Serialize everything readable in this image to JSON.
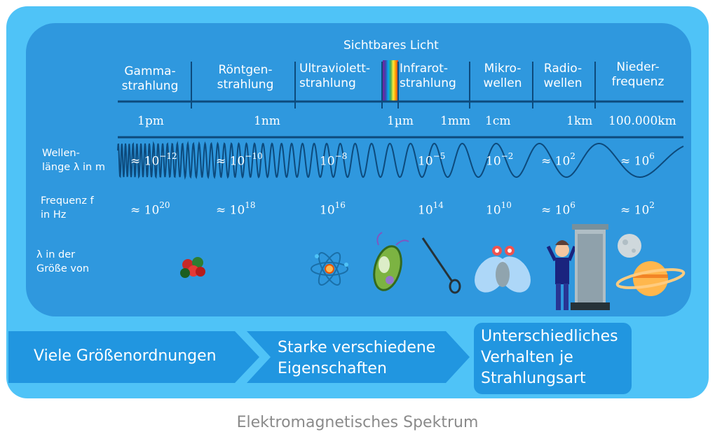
{
  "visible_light_label": "Sichtbares Licht",
  "categories": [
    {
      "label": "Gamma-\nstrahlung"
    },
    {
      "label": "Röntgen-\nstrahlung"
    },
    {
      "label": "Ultraviolett-\nstrahlung"
    },
    {
      "label": "Infrarot-\nstrahlung"
    },
    {
      "label": "Mikro-\nwellen"
    },
    {
      "label": "Radio-\nwellen"
    },
    {
      "label": "Nieder-\nfrequenz"
    }
  ],
  "scale_ticks": [
    "1pm",
    "1nm",
    "1µm",
    "1mm",
    "1cm",
    "1km",
    "100.000km"
  ],
  "row_labels": {
    "wavelength": "Wellen-\nlänge λ in m",
    "frequency": "Frequenz f\nin Hz",
    "size": "λ in der\nGröße von"
  },
  "wavelength_values": [
    {
      "prefix": "≈ 10",
      "exp": "−12"
    },
    {
      "prefix": "≈ 10",
      "exp": "−10"
    },
    {
      "prefix": "10",
      "exp": "−8"
    },
    {
      "prefix": "10",
      "exp": "−5"
    },
    {
      "prefix": "10",
      "exp": "−2"
    },
    {
      "prefix": "≈ 10",
      "exp": "2"
    },
    {
      "prefix": "≈ 10",
      "exp": "6"
    }
  ],
  "frequency_values": [
    {
      "prefix": "≈ 10",
      "exp": "20"
    },
    {
      "prefix": "≈ 10",
      "exp": "18"
    },
    {
      "prefix": "10",
      "exp": "16"
    },
    {
      "prefix": "10",
      "exp": "14"
    },
    {
      "prefix": "10",
      "exp": "10"
    },
    {
      "prefix": "≈ 10",
      "exp": "6"
    },
    {
      "prefix": "≈ 10",
      "exp": "2"
    }
  ],
  "size_examples": [
    "atomic-nucleus-icon",
    "atom-icon",
    "bacterium-icon",
    "needle-icon",
    "fly-icon",
    "person-icon",
    "skyscraper-icon",
    "moon-icon",
    "planet-icon"
  ],
  "banners": [
    {
      "text": "Viele Größenordnungen"
    },
    {
      "text": "Starke verschiedene\nEigenschaften"
    },
    {
      "text": "Unterschiedliches\nVerhalten je\nStrahlungsart"
    }
  ],
  "caption": "Elektromagnetisches Spektrum",
  "colors": {
    "outer": "#4fc3f7",
    "inner": "#2f98de",
    "line": "#0d4a7c",
    "banner": "#2196e0"
  }
}
